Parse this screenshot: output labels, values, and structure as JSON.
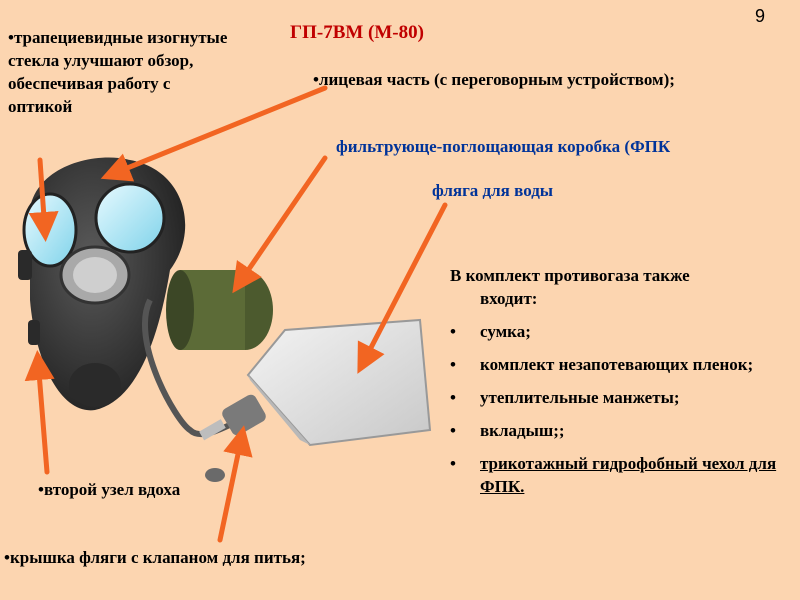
{
  "slide": {
    "number": "9",
    "title": "ГП-7ВМ (М-80)"
  },
  "labels": {
    "glass": "трапециевидные изогнутые стекла улучшают обзор, обеспечивая работу с оптикой",
    "face": "лицевая часть (с переговорным устройством);",
    "filter": "фильтрующе-поглощающая коробка (ФПК",
    "flask": "фляга для воды",
    "exhale": "второй узел вдоха",
    "cap": "крышка фляги с клапаном для питья;"
  },
  "kit": {
    "intro_line1": "В комплект противогаза также",
    "intro_line2": "входит:",
    "items": [
      "сумка;",
      "комплект незапотевающих пленок;",
      "утеплительные манжеты;",
      "вкладыш;;",
      "трикотажный гидрофобный чехол для ФПК."
    ]
  },
  "colors": {
    "background": "#FCD5B0",
    "title": "#C00000",
    "arrow": "#F26522",
    "label_blue": "#003399"
  }
}
